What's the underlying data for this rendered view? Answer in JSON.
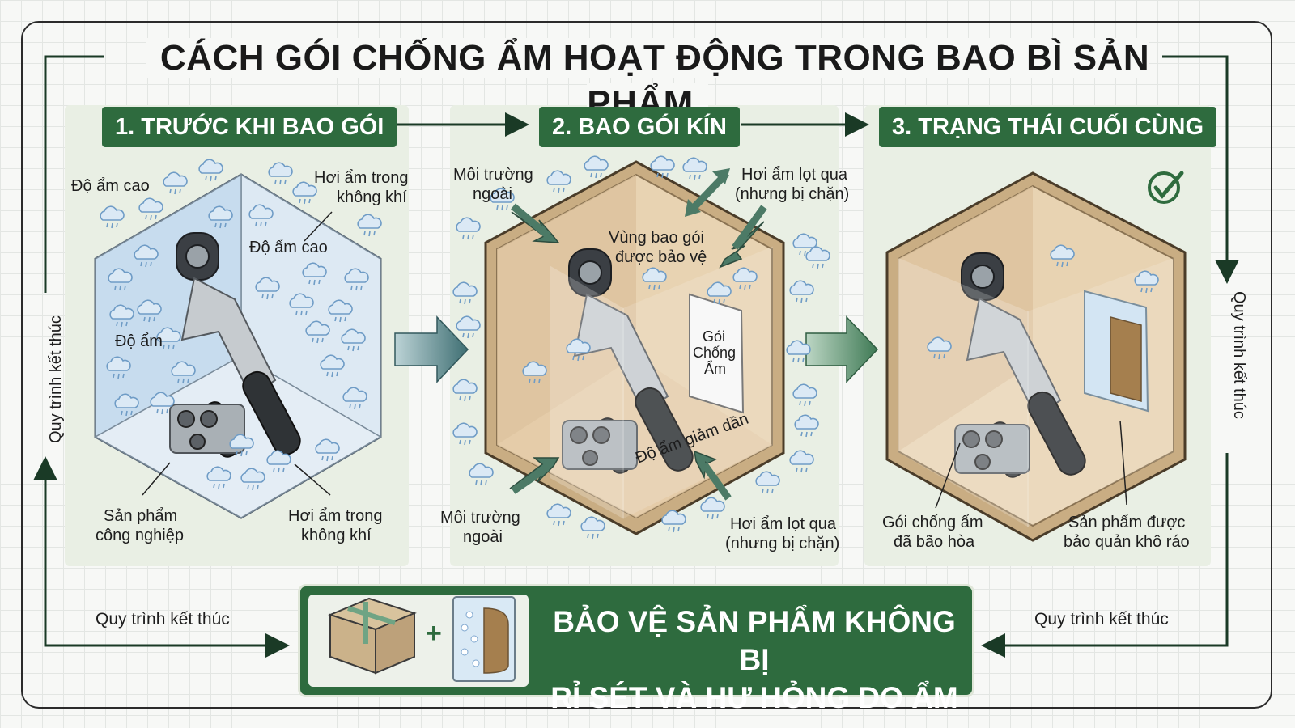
{
  "title": "CÁCH GÓI CHỐNG ẨM HOẠT ĐỘNG TRONG BAO BÌ SẢN PHẨM",
  "steps": [
    {
      "label": "1. TRƯỚC KHI BAO GÓI"
    },
    {
      "label": "2. BAO GÓI KÍN"
    },
    {
      "label": "3. TRẠNG THÁI CUỐI CÙNG"
    }
  ],
  "panel1": {
    "humidity_high_1": "Độ ẩm cao",
    "moisture_air_top_1": "Hơi ẩm trong",
    "moisture_air_top_2": "không khí",
    "humidity_high_2": "Độ ẩm cao",
    "humidity": "Độ ẩm",
    "product_1": "Sản phẩm",
    "product_2": "công nghiệp",
    "moisture_air_bottom_1": "Hơi ẩm trong",
    "moisture_air_bottom_2": "không khí"
  },
  "panel2": {
    "outside_top_1": "Môi trường",
    "outside_top_2": "ngoài",
    "leak_top_1": "Hơi ẩm lọt qua",
    "leak_top_2": "(nhưng bị chặn)",
    "protected_1": "Vùng bao gói",
    "protected_2": "được bảo vệ",
    "desiccant_1": "Gói",
    "desiccant_2": "Chống",
    "desiccant_3": "Ẩm",
    "humidity_decreasing": "Độ ẩm giảm dần",
    "outside_bottom_1": "Môi trường",
    "outside_bottom_2": "ngoài",
    "leak_bottom_1": "Hơi ẩm lọt qua",
    "leak_bottom_2": "(nhưng bị chặn)"
  },
  "panel3": {
    "saturated_1": "Gói chống ẩm",
    "saturated_2": "đã bão hòa",
    "dry_1": "Sản phẩm được",
    "dry_2": "bảo quản khô ráo"
  },
  "process_end": "Quy trình kết thúc",
  "banner": {
    "plus": "+",
    "line1": "BẢO VỆ SẢN PHẨM KHÔNG BỊ",
    "line2": "RỈ SÉT VÀ HƯ HỎNG DO ẨM"
  },
  "colors": {
    "primary_green": "#2e6b3e",
    "panel_bg": "#e9efe4",
    "cardboard": "#d9c29e",
    "moisture_blue": "#7fa7cf"
  },
  "icons": [
    "check-circle-icon",
    "cloud-droplet-icon",
    "box-icon",
    "desiccant-pack-icon"
  ]
}
